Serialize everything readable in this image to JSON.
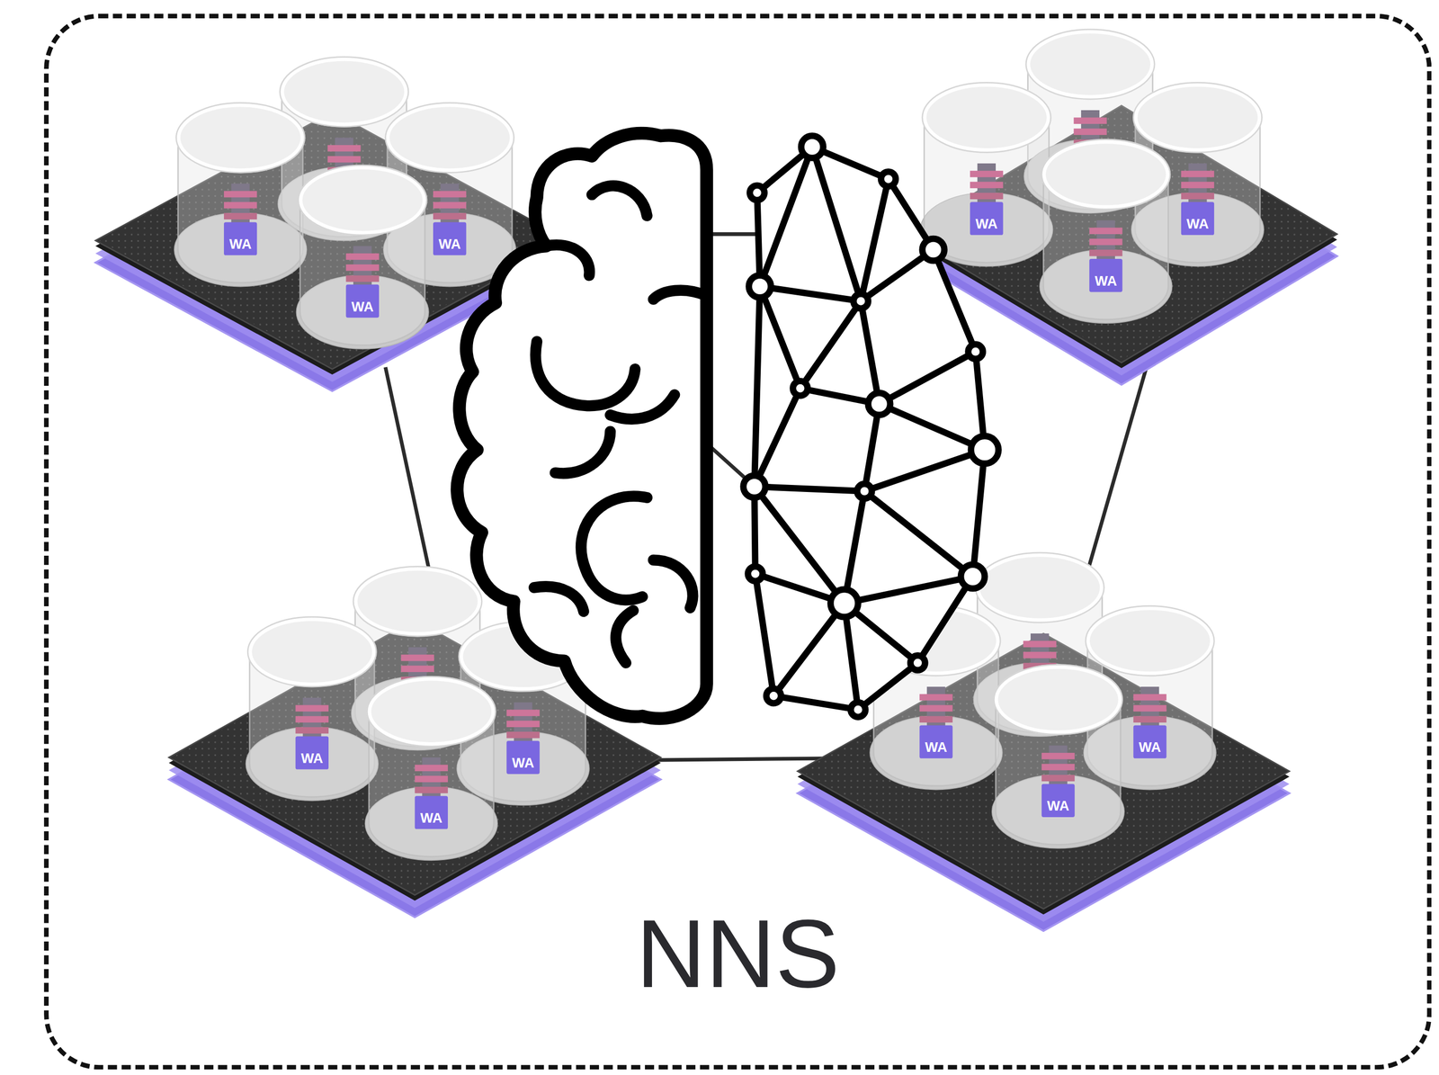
{
  "diagram": {
    "nodes": [
      {
        "text": [
          "NNS"
        ]
      },
      {
        "text": [
          "WA"
        ],
        "in": 0
      },
      {
        "text": [
          "WA"
        ],
        "in": 0
      },
      {
        "text": [
          "WA"
        ],
        "in": 0
      },
      {
        "text": [
          "WA"
        ],
        "in": 0
      },
      {
        "text": [
          "WA"
        ],
        "in": 0
      },
      {
        "text": [
          "WA"
        ],
        "in": 0
      },
      {
        "text": [
          "WA"
        ],
        "in": 0
      },
      {
        "text": [
          "WA"
        ],
        "in": 0
      },
      {
        "text": [
          "WA"
        ],
        "in": 0
      },
      {
        "text": [
          "WA"
        ],
        "in": 0
      },
      {
        "text": [
          "WA"
        ],
        "in": 0
      },
      {
        "text": [
          "WA"
        ],
        "in": 0
      }
    ]
  }
}
